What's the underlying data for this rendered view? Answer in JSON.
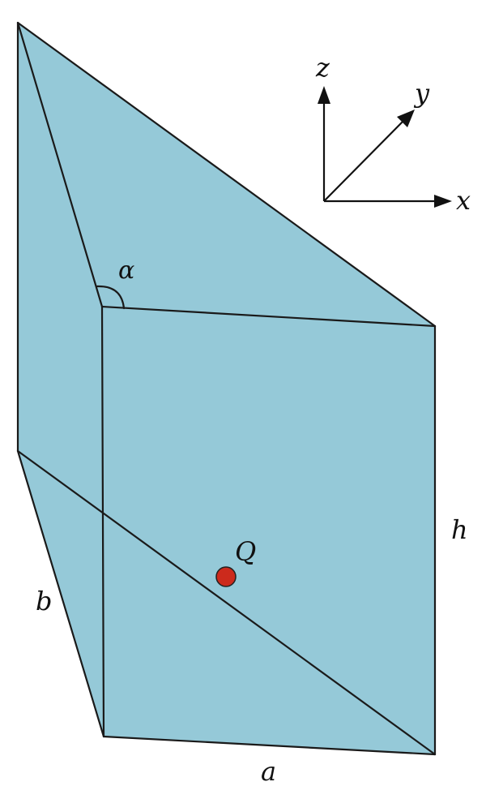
{
  "labels": {
    "alpha": "α",
    "point": "Q",
    "edge_a": "a",
    "edge_b": "b",
    "edge_h": "h",
    "axis_x": "x",
    "axis_y": "y",
    "axis_z": "z"
  },
  "colors": {
    "face_fill": "#95c9d8",
    "edge_stroke": "#1a1a1a",
    "point_fill": "#cc2a1c",
    "point_stroke": "#222222",
    "axis_color": "#111111"
  }
}
